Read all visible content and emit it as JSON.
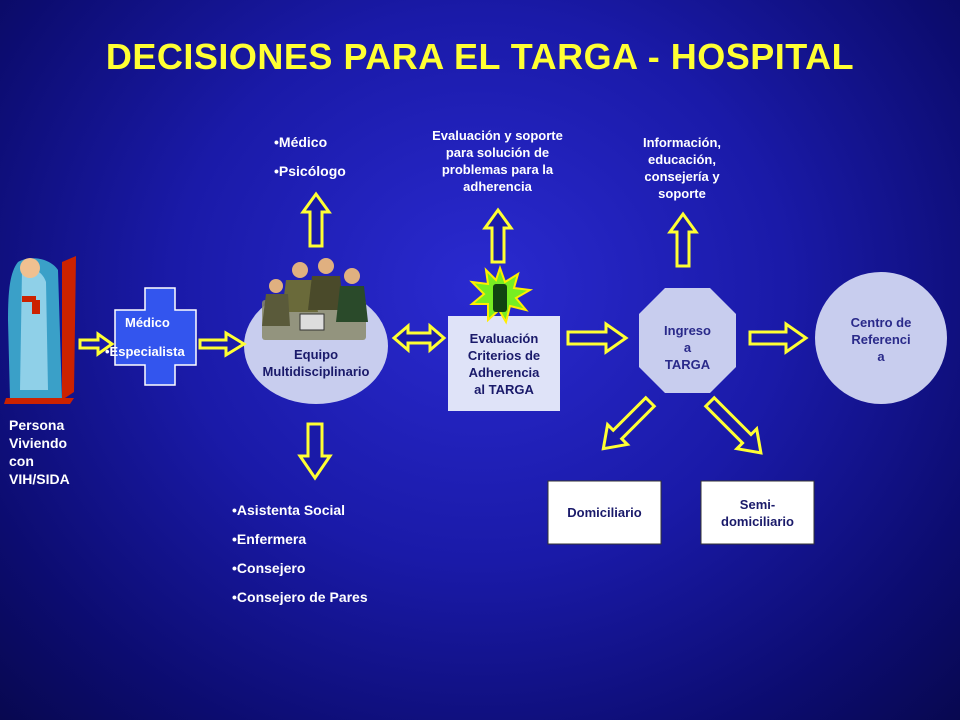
{
  "title": "DECISIONES PARA EL TARGA - HOSPITAL",
  "persona": {
    "lines": [
      "Persona",
      "Viviendo",
      "con",
      "VIH/SIDA"
    ]
  },
  "medico_cross": {
    "line1": "Médico",
    "line2": "•Especialista"
  },
  "equipo": {
    "line1": "Equipo",
    "line2": "Multidisciplinario"
  },
  "equipo_top_list": [
    "Médico",
    "Psicólogo"
  ],
  "equipo_bottom_list": [
    "Asistenta Social",
    "Enfermera",
    "Consejero",
    "Consejero de Pares"
  ],
  "evaluacion_box": {
    "lines": [
      "Evaluación",
      "Criterios de",
      "Adherencia",
      "al TARGA"
    ]
  },
  "evaluacion_top": {
    "lines": [
      "Evaluación y soporte",
      "para solución de",
      "problemas para la",
      "adherencia"
    ]
  },
  "ingreso": {
    "lines": [
      "Ingreso",
      "a",
      "TARGA"
    ]
  },
  "ingreso_top": {
    "lines": [
      "Información,",
      "educación,",
      "consejería y",
      "soporte"
    ]
  },
  "centro": {
    "lines": [
      "Centro de",
      "Referenci",
      "a"
    ]
  },
  "domiciliario": "Domiciliario",
  "semi": {
    "line1": "Semi-",
    "line2": "domiciliario"
  },
  "colors": {
    "accent_yellow": "#ffff33",
    "cross_blue": "#3355ee",
    "shape_fill": "#c8cdee",
    "box_fill": "#dfe3f8",
    "background": "#1a1aa8"
  }
}
